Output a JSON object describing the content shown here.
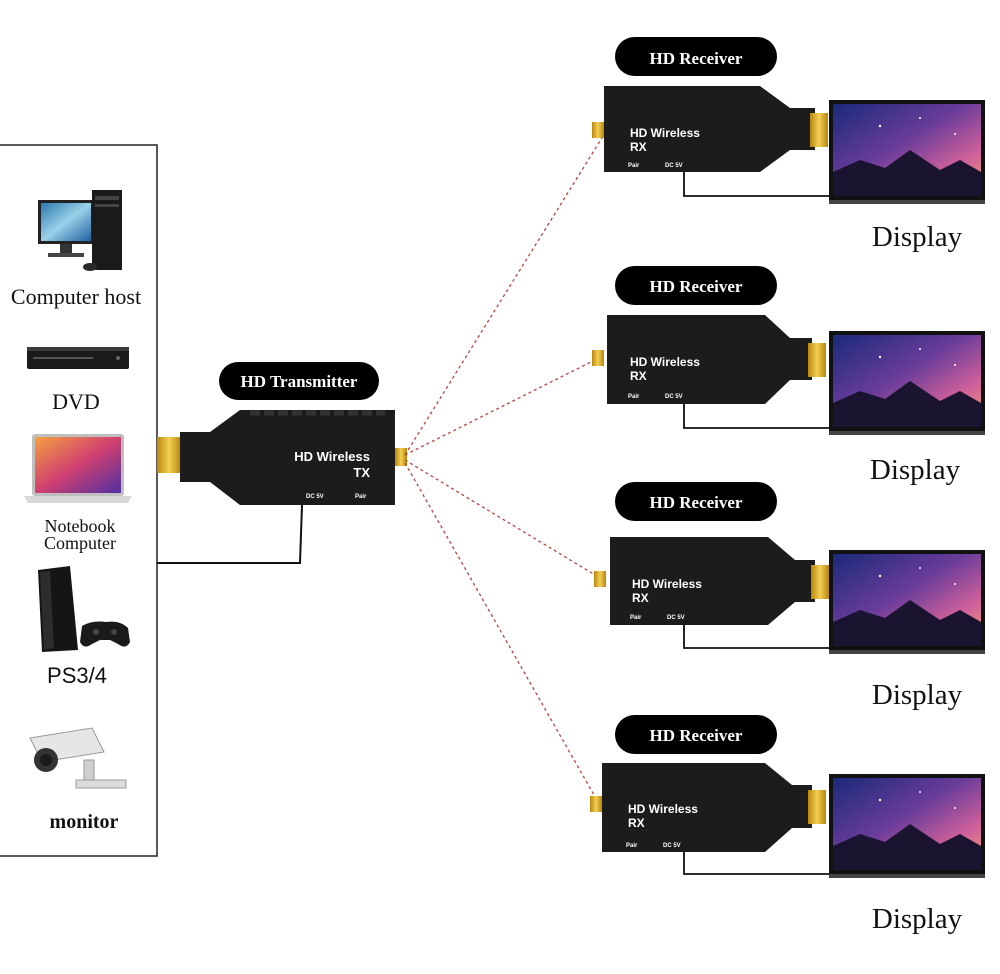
{
  "sources": [
    {
      "label": "Computer host",
      "icon": "desktop-computer-icon"
    },
    {
      "label": "DVD",
      "icon": "dvd-player-icon"
    },
    {
      "label_lines": [
        "Notebook",
        "Computer"
      ],
      "icon": "laptop-icon"
    },
    {
      "label": "PS3/4",
      "icon": "game-console-icon"
    },
    {
      "label": "monitor",
      "icon": "security-camera-icon"
    }
  ],
  "transmitter": {
    "pill": "HD Transmitter",
    "device_line1": "HD Wireless",
    "device_line2": "TX",
    "port_dc": "DC 5V",
    "port_pair": "Pair"
  },
  "receivers": [
    {
      "pill": "HD Receiver",
      "device_line1": "HD Wireless",
      "device_line2": "RX",
      "port_dc": "DC 5V",
      "port_pair": "Pair",
      "display_label": "Display"
    },
    {
      "pill": "HD Receiver",
      "device_line1": "HD Wireless",
      "device_line2": "RX",
      "port_dc": "DC 5V",
      "port_pair": "Pair",
      "display_label": "Display"
    },
    {
      "pill": "HD Receiver",
      "device_line1": "HD Wireless",
      "device_line2": "RX",
      "port_dc": "DC 5V",
      "port_pair": "Pair",
      "display_label": "Display"
    },
    {
      "pill": "HD Receiver",
      "device_line1": "HD Wireless",
      "device_line2": "RX",
      "port_dc": "DC 5V",
      "port_pair": "Pair",
      "display_label": "Display"
    }
  ],
  "colors": {
    "signal_line": "#b5473f",
    "device_body": "#1c1c1c",
    "hdmi_gold": "#d9a92a",
    "pill_bg": "#000000"
  }
}
